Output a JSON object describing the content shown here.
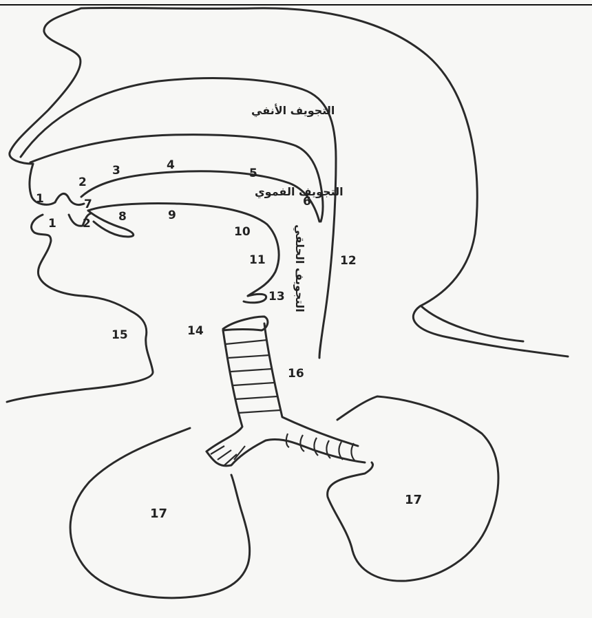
{
  "labels": {
    "nasal_cavity": "التجويف الأنفي",
    "oral_cavity": "التجويف الفموي",
    "pharyngeal_cavity": "التجويف الحلقي"
  },
  "numbers": {
    "n1_upper": "1",
    "n1_lower": "1",
    "n2_upper": "2",
    "n2_lower": "2",
    "n3": "3",
    "n4": "4",
    "n5": "5",
    "n6": "6",
    "n7": "7",
    "n8": "8",
    "n9": "9",
    "n10": "10",
    "n11": "11",
    "n12": "12",
    "n13": "13",
    "n14": "14",
    "n15": "15",
    "n16": "16",
    "n17_left": "17",
    "n17_right": "17"
  }
}
